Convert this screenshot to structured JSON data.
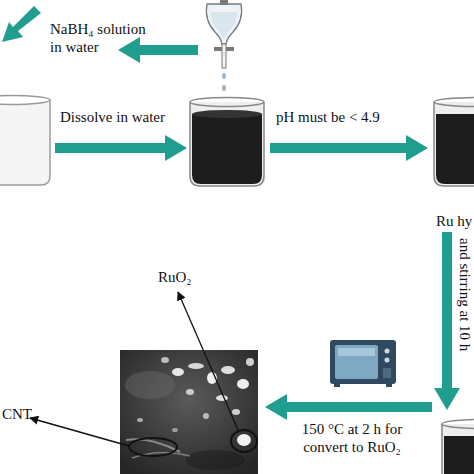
{
  "diagram": {
    "labels": [
      "NaBH₄ solution in water",
      "Dissolve in water",
      "pH must be < 4.9",
      "Ru hy",
      "and stirring at 10 h",
      "150 °C at 2 h for convert to RuO₂",
      "RuO₂",
      "CNT"
    ]
  }
}
